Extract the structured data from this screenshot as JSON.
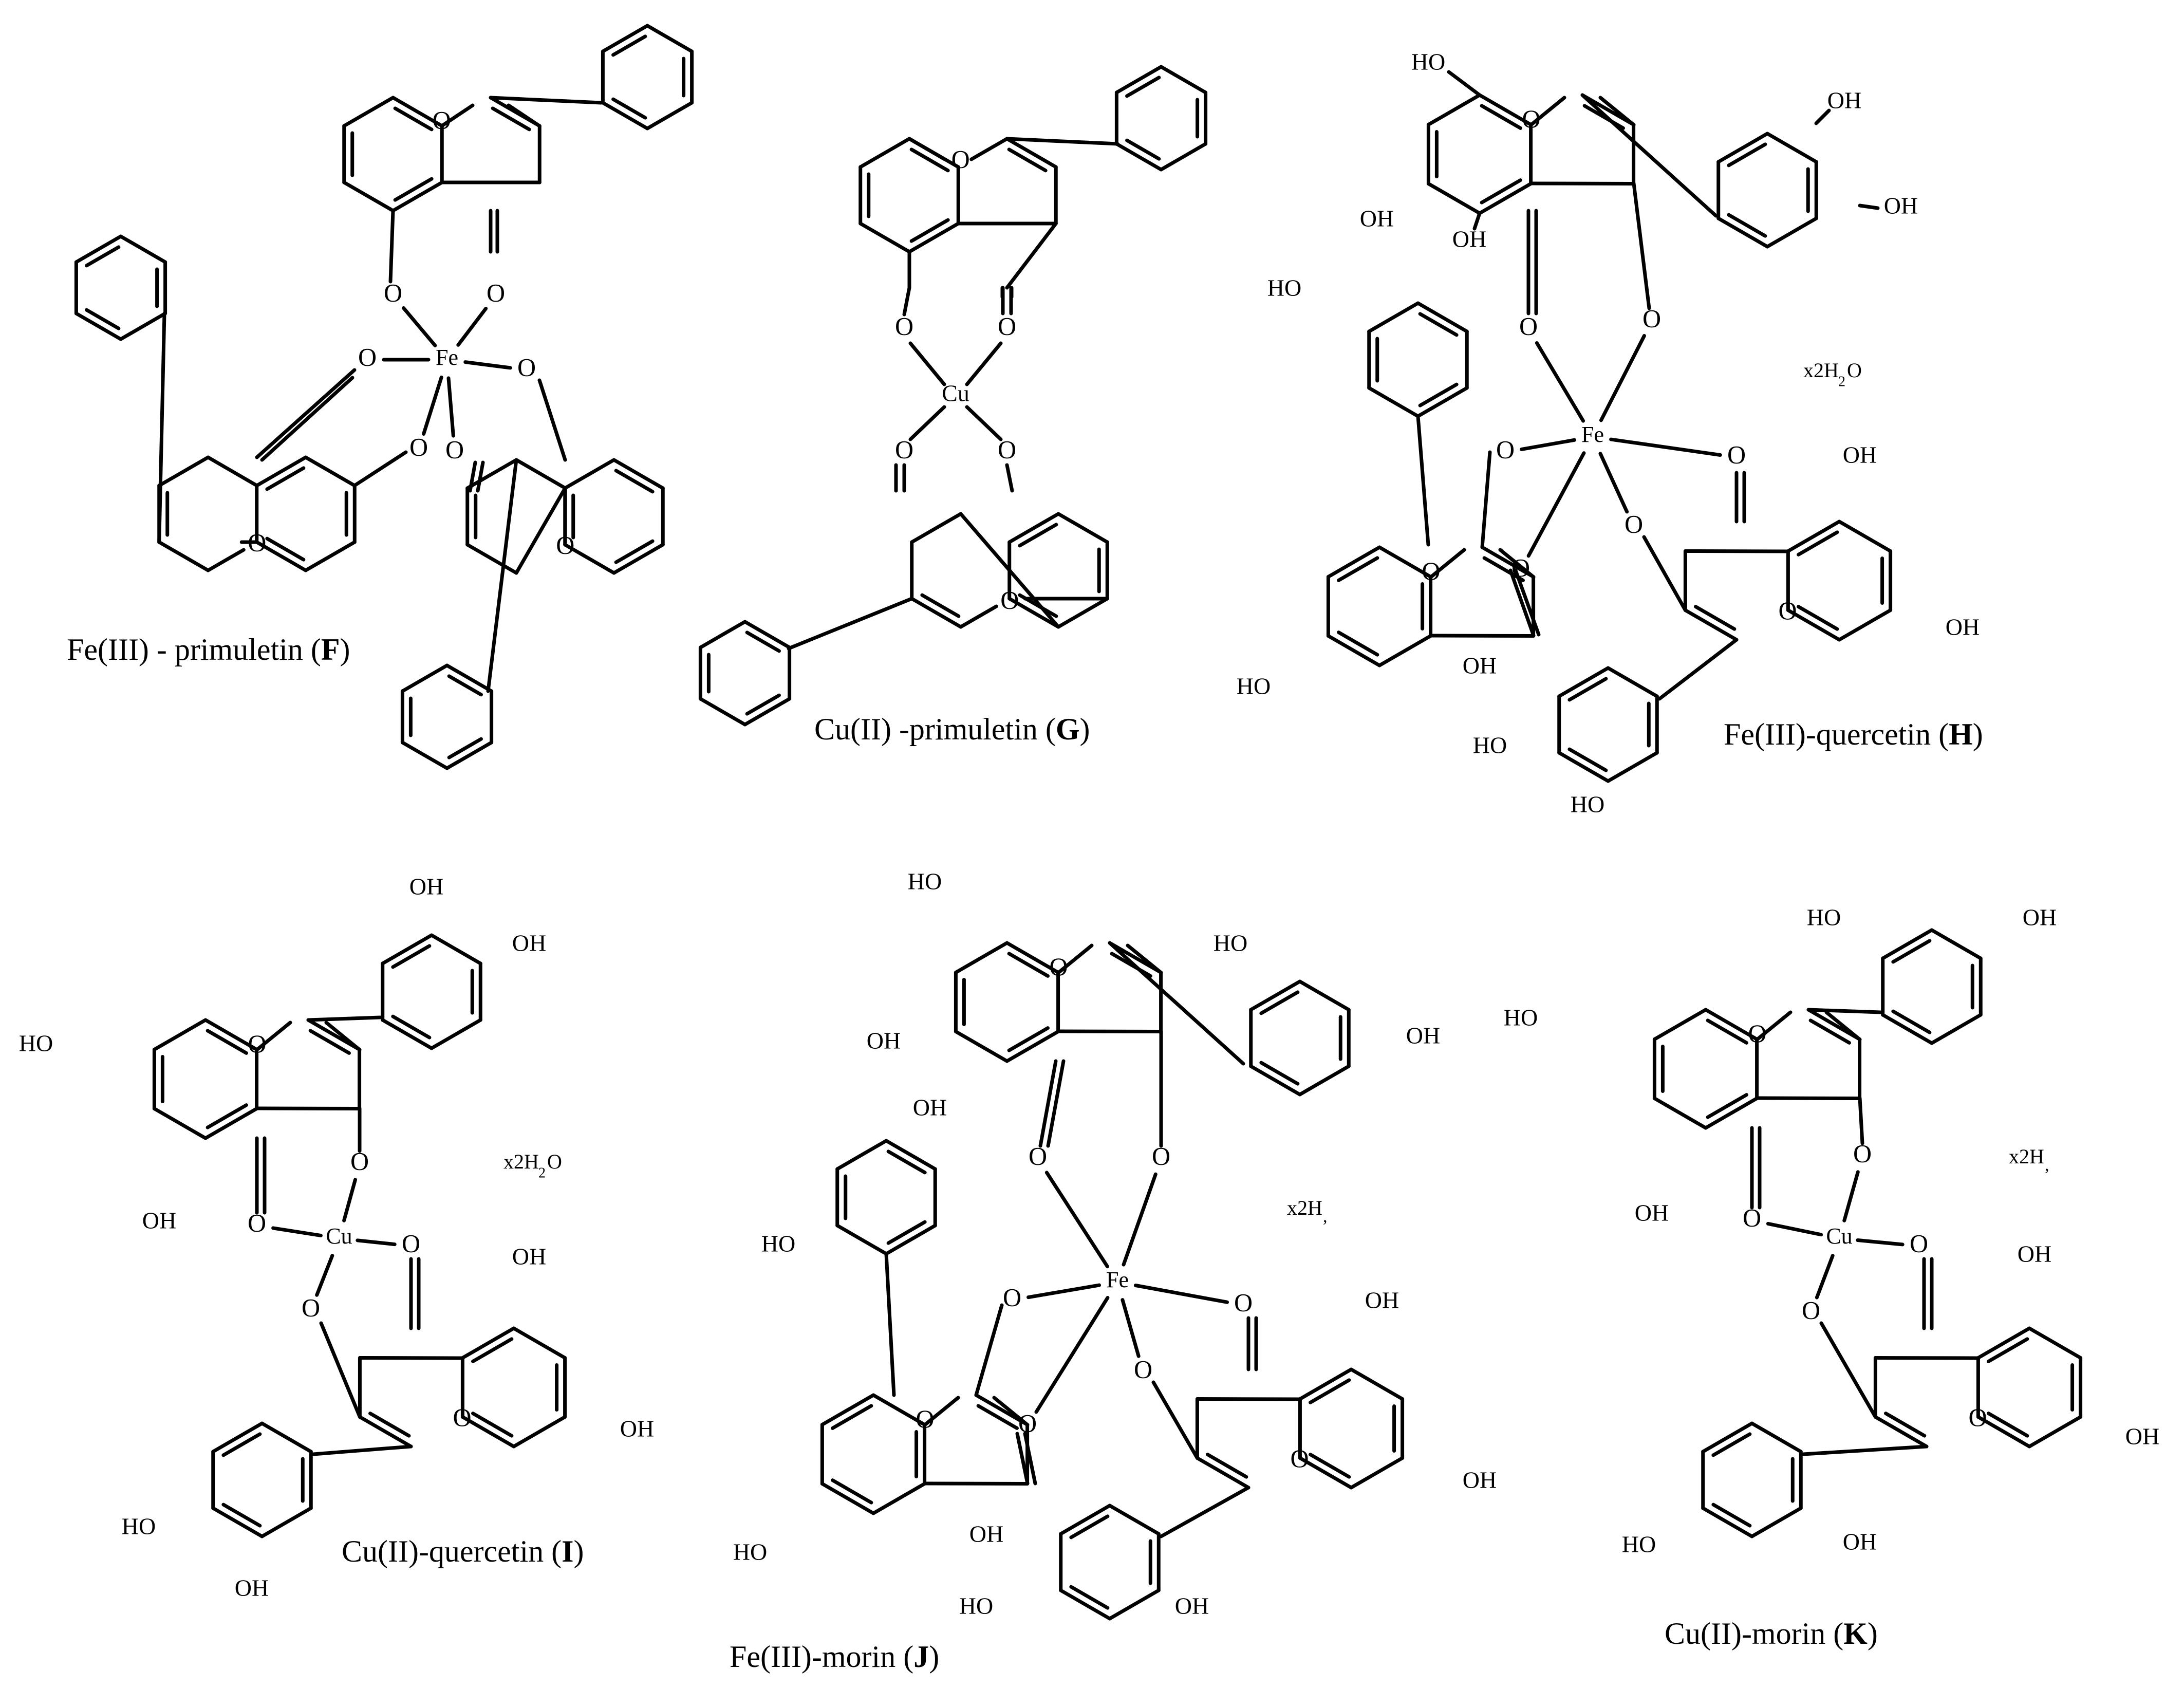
{
  "atoms": {
    "oxygen": "O",
    "hydroxyl": "OH",
    "hydroxyl_left": "HO",
    "iron": "Fe",
    "copper": "Cu"
  },
  "hydrate": {
    "full_prefix": "x2H",
    "subscript": "2",
    "suffix": "O",
    "truncated": "x2H",
    "truncated_tail": ","
  },
  "complexes": [
    {
      "id": "F",
      "name": "Fe(III) - primuletin (",
      "letter": "F",
      "close": ")"
    },
    {
      "id": "G",
      "name": "Cu(II) -primuletin (",
      "letter": "G",
      "close": ")"
    },
    {
      "id": "H",
      "name": "Fe(III)-quercetin (",
      "letter": "H",
      "close": ")"
    },
    {
      "id": "I",
      "name": "Cu(II)-quercetin (",
      "letter": "I",
      "close": ")"
    },
    {
      "id": "J",
      "name": "Fe(III)-morin (",
      "letter": "J",
      "close": ")"
    },
    {
      "id": "K",
      "name": "Cu(II)-morin (",
      "letter": "K",
      "close": ")"
    }
  ]
}
